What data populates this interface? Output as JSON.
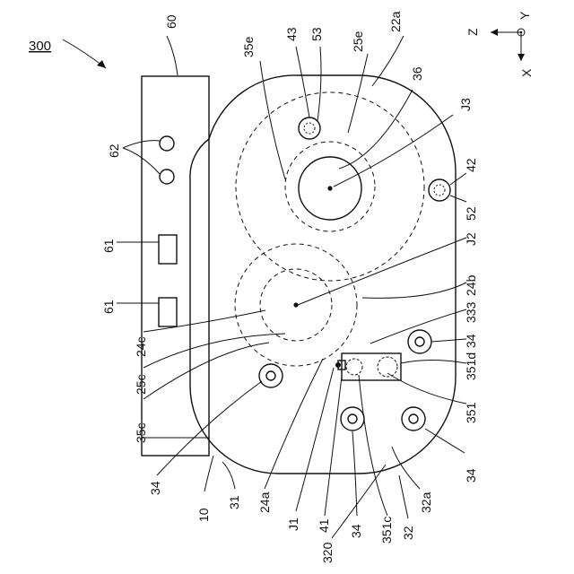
{
  "figure": {
    "ref_main": "300",
    "axes": {
      "z": "Z",
      "y": "Y",
      "x": "X"
    },
    "labels": {
      "r10": "10",
      "r22a": "22a",
      "r24a": "24a",
      "r24b": "24b",
      "r24c": "24c",
      "r25c": "25c",
      "r25e": "25e",
      "r31": "31",
      "r32": "32",
      "r32a": "32a",
      "r320": "320",
      "r333": "333",
      "r34": "34",
      "r351": "351",
      "r351c": "351c",
      "r351d": "351d",
      "r35c": "35c",
      "r35e": "35e",
      "r36": "36",
      "r41": "41",
      "r42": "42",
      "r43": "43",
      "r52": "52",
      "r53": "53",
      "r60": "60",
      "r61": "61",
      "r62": "62",
      "rJ1": "J1",
      "rJ2": "J2",
      "rJ3": "J3"
    }
  }
}
